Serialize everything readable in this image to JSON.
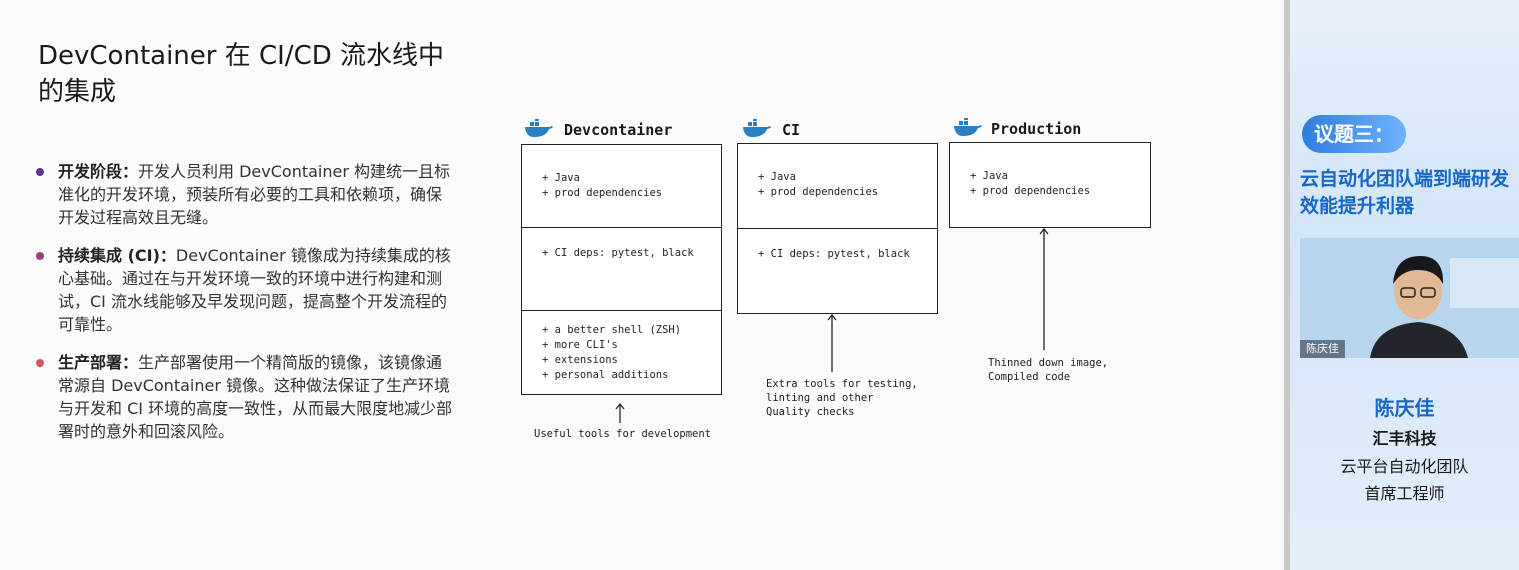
{
  "slide": {
    "title": "DevContainer 在 CI/CD 流水线中的集成",
    "bullets": [
      {
        "heading": "开发阶段：",
        "text": "开发人员利用 DevContainer 构建统一且标准化的开发环境，预装所有必要的工具和依赖项，确保开发过程高效且无缝。",
        "color": "#5b3a8e"
      },
      {
        "heading": "持续集成 (CI)：",
        "text": "DevContainer 镜像成为持续集成的核心基础。通过在与开发环境一致的环境中进行构建和测试，CI 流水线能够及早发现问题，提高整个开发流程的可靠性。",
        "color": "#a0407a"
      },
      {
        "heading": "生产部署：",
        "text": "生产部署使用一个精简版的镜像，该镜像通常源自 DevContainer 镜像。这种做法保证了生产环境与开发和 CI 环境的高度一致性，从而最大限度地减少部署时的意外和回滚风险。",
        "color": "#d8506a"
      }
    ]
  },
  "diagram": {
    "devcontainer": {
      "title": "Devcontainer",
      "box1": [
        "+ Java",
        "+ prod dependencies"
      ],
      "box2": [
        "+ CI deps: pytest, black"
      ],
      "box3": [
        "+ a better shell (ZSH)",
        "+ more CLI's",
        "+ extensions",
        "+ personal additions"
      ],
      "caption": "Useful tools for development"
    },
    "ci": {
      "title": "CI",
      "box1": [
        "+ Java",
        "+ prod dependencies"
      ],
      "box2": [
        "+ CI deps: pytest, black"
      ],
      "caption": [
        "Extra tools for testing,",
        "linting and other",
        "Quality checks"
      ]
    },
    "production": {
      "title": "Production",
      "box1": [
        "+ Java",
        "+ prod dependencies"
      ],
      "caption": [
        "Thinned down image,",
        "Compiled code"
      ]
    }
  },
  "panel": {
    "agenda_label": "议题三：",
    "agenda_title": "云自动化团队端到端研发效能提升利器",
    "video_name": "陈庆佳",
    "speaker_name": "陈庆佳",
    "company": "汇丰科技",
    "team": "云平台自动化团队",
    "role": "首席工程师"
  },
  "colors": {
    "accent": "#1667c7",
    "pill": "#2f7de1"
  }
}
